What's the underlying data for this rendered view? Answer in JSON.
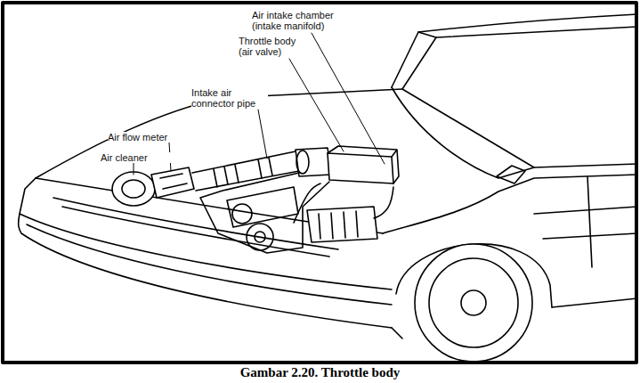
{
  "diagram": {
    "caption": "Gambar 2.20. Throttle body",
    "labels": [
      "Air intake chamber (intake manifold)",
      "Throttle body (air valve)",
      "Intake air connector pipe",
      "Air flow meter",
      "Air cleaner"
    ]
  }
}
